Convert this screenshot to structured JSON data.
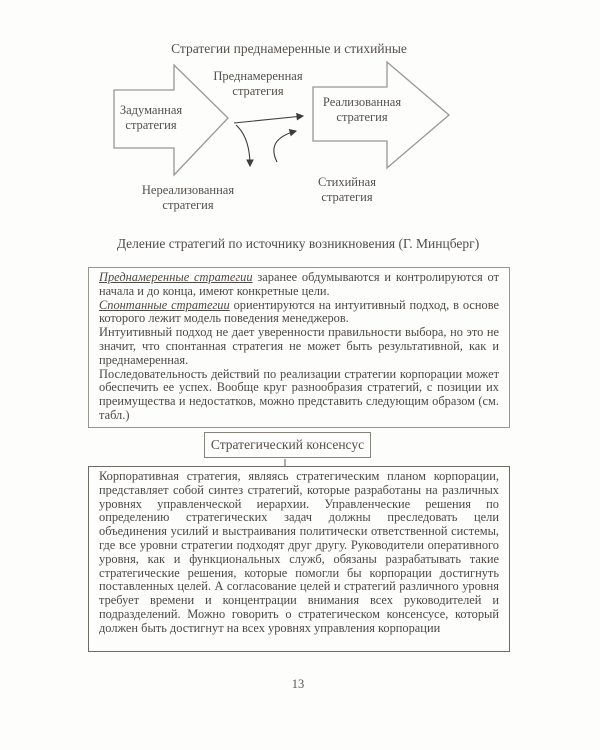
{
  "diagram": {
    "title": "Стратегии преднамеренные и стихийные",
    "labels": {
      "intended": "Задуманная стратегия",
      "deliberate": "Преднамеренная стратегия",
      "realized": "Реализованная стратегия",
      "unrealized": "Нереализованная стратегия",
      "emergent": "Стихийная стратегия"
    },
    "caption": "Деление стратегий по источнику возникновения (Г. Минцберг)"
  },
  "box1": {
    "p1_lead": "Преднамеренные стратегии",
    "p1_rest": "заранее обдумываются и контролируются от начала и до конца, имеют конкретные цели.",
    "p2_lead": "Спонтанные стратегии",
    "p2_rest": "ориентируются на интуитивный подход, в основе которого лежит модель поведения менеджеров.",
    "p3": "Интуитивный подход не дает уверенности правильности выбора, но это не значит, что спонтанная стратегия не может быть результативной, как и преднамеренная.",
    "p4": "Последовательность действий по реализации стратегии корпорации может обеспечить ее успех. Вообще круг разнообразия стратегий, с позиции их преимущества и недостатков, можно представить следующим образом (см. табл.)"
  },
  "consensus": {
    "label": "Стратегический консенсус"
  },
  "box2": {
    "text": "Корпоративная стратегия, являясь стратегическим планом корпорации, представляет собой синтез стратегий, которые разработаны на различных уровнях управленческой иерархии. Управленческие решения по определению стратегических задач должны преследовать цели объединения усилий и выстраивания политически ответственной системы, где все уровни стратегии подходят друг другу. Руководители оперативного уровня, как и функциональных служб, обязаны разрабатывать такие стратегические решения, которые помогли бы корпорации достигнуть поставленных целей. А согласование целей и стратегий различного уровня требует времени и концентрации внимания всех руководителей и подразделений. Можно говорить о стратегическом консенсусе, который должен быть достигнут на всех уровнях управления корпорации"
  },
  "page": {
    "number": "13"
  },
  "colors": {
    "text": "#4d4943",
    "block_arrow_stroke": "#9a9691",
    "thin_arrow_stroke": "#3f3d3a",
    "border_light": "#98948e",
    "border_dark": "#6e6a64"
  }
}
